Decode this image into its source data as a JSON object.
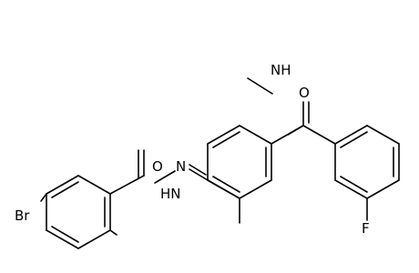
{
  "molecule": {
    "atom_labels": {
      "o_amide": "O",
      "nh_amide": "NH",
      "f": "F",
      "n_imine": "N",
      "o_hydrazide": "O",
      "hn_hydrazide": "HN",
      "br": "Br"
    }
  },
  "colors": {
    "bond": "#000000",
    "label": "#000000",
    "background": "#ffffff"
  }
}
